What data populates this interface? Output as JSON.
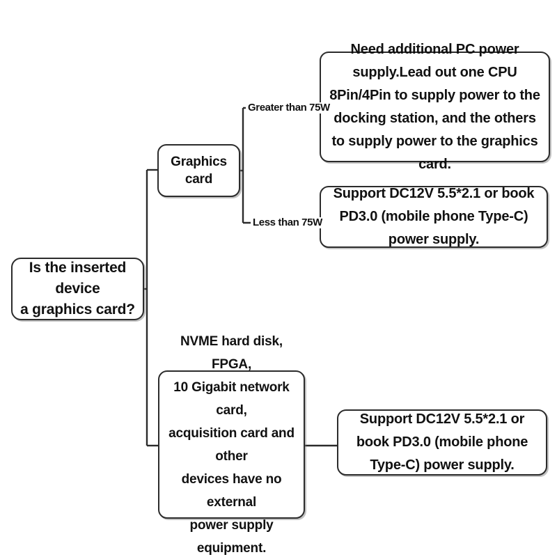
{
  "diagram": {
    "title": "Power supply decision flowchart",
    "type": "decision-tree",
    "background_color": "#ffffff",
    "line_color": "#2b2b2b",
    "text_color": "#111111",
    "nodes": {
      "root": {
        "id": "root",
        "label": "Is the inserted device\na graphics card?"
      },
      "graphics_card": {
        "id": "graphics-card",
        "label": "Graphics card"
      },
      "greater_75w_result": {
        "id": "greater-75w-result",
        "label": "Need additional PC power supply.Lead out one CPU 8Pin/4Pin to supply power to the docking station, and the others to supply power to the graphics card."
      },
      "less_75w_result": {
        "id": "less-75w-result",
        "label": "Support DC12V 5.5*2.1 or book PD3.0 (mobile phone Type-C) power supply."
      },
      "other_devices": {
        "id": "other-devices",
        "label": "NVME hard disk, FPGA,\n10 Gigabit network card,\nacquisition card and other\ndevices have no external\npower supply equipment."
      },
      "other_devices_result": {
        "id": "other-devices-result",
        "label": "Support DC12V 5.5*2.1 or book PD3.0 (mobile phone Type-C) power supply."
      }
    },
    "edge_labels": {
      "greater_than_75w": "Greater than 75W",
      "less_than_75w": "Less than 75W"
    }
  }
}
